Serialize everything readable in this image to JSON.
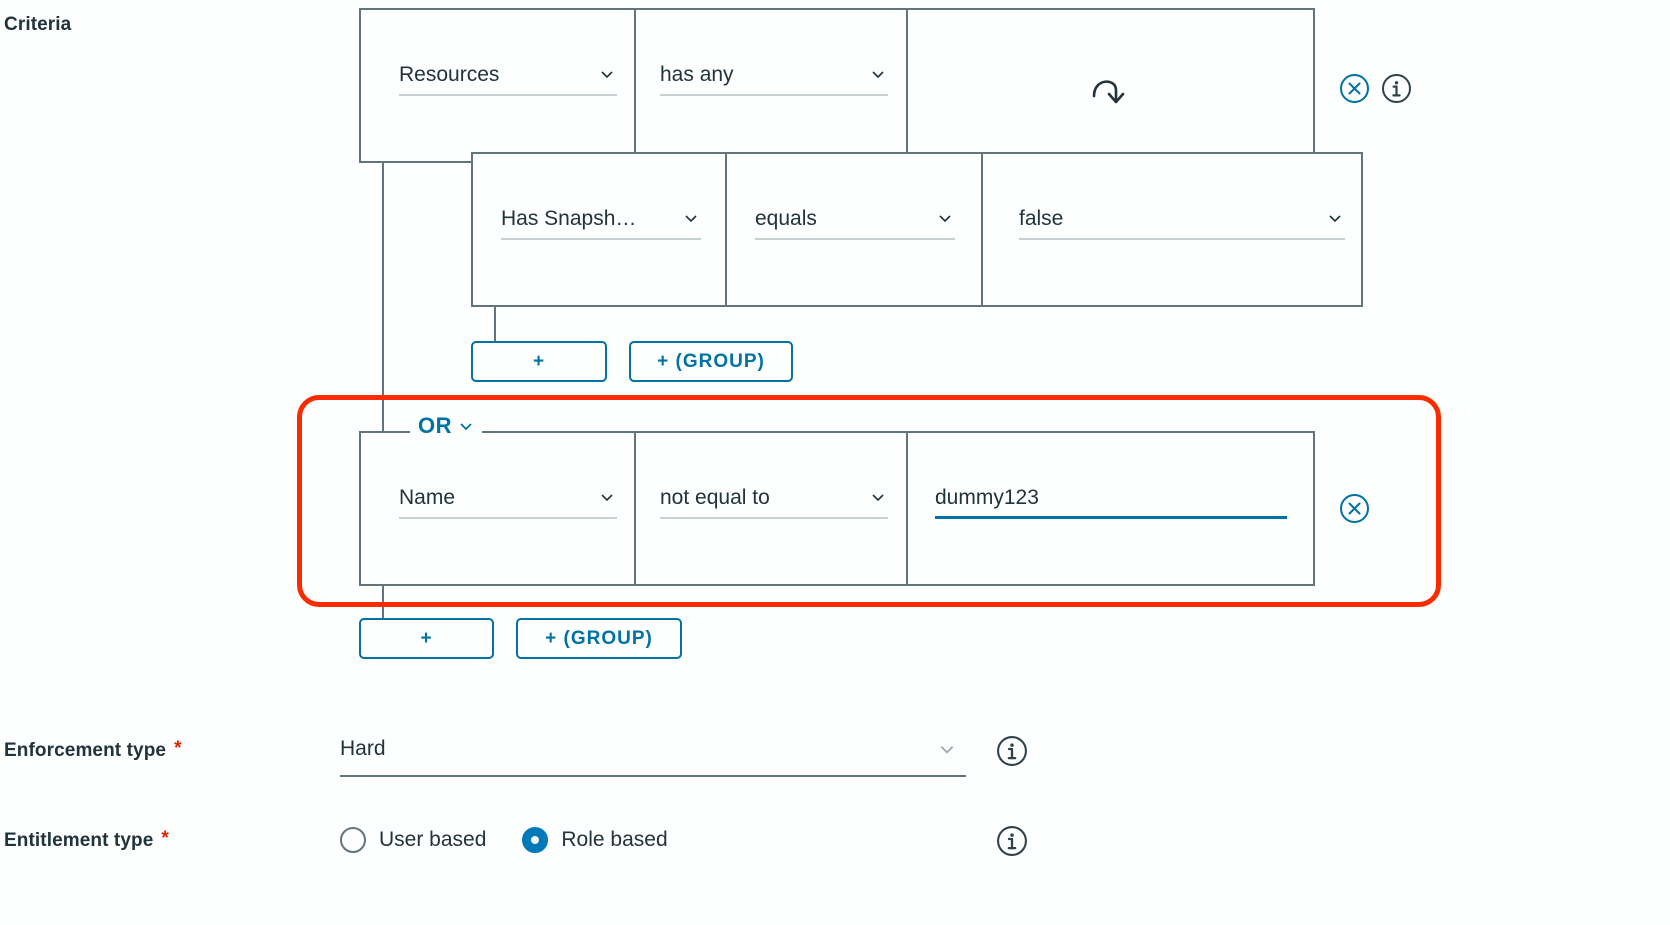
{
  "section": {
    "criteria_label": "Criteria",
    "enforcement_label": "Enforcement type",
    "entitlement_label": "Entitlement type",
    "required_marker": "*"
  },
  "criteria": {
    "root_row": {
      "subject": "Resources",
      "operator": "has any",
      "value_icon": "arrow-curve-down-icon",
      "remove_label": "remove-criteria",
      "info_label": "criteria-info"
    },
    "nested_group_1": {
      "row": {
        "subject": "Has Snapsh…",
        "operator": "equals",
        "value": "false"
      },
      "buttons": {
        "add": "+",
        "add_group": "+ (GROUP)"
      }
    },
    "nested_group_2": {
      "conjunction": "OR",
      "row": {
        "subject": "Name",
        "operator": "not equal to",
        "value": "dummy123"
      },
      "remove_label": "remove-criteria",
      "buttons": {
        "add": "+",
        "add_group": "+ (GROUP)"
      },
      "highlighted": true
    }
  },
  "enforcement": {
    "value": "Hard",
    "info_label": "enforcement-info"
  },
  "entitlement": {
    "options": [
      {
        "label": "User based",
        "selected": false
      },
      {
        "label": "Role based",
        "selected": true
      }
    ],
    "info_label": "entitlement-info"
  },
  "colors": {
    "accent_blue": "#0072a3",
    "radio_blue": "#0079b8",
    "border_gray": "#62757c",
    "highlight_red": "#fb2b00",
    "required_red": "#e02200",
    "text_dark": "#21333b",
    "underline_gray": "#c7d0d3"
  }
}
